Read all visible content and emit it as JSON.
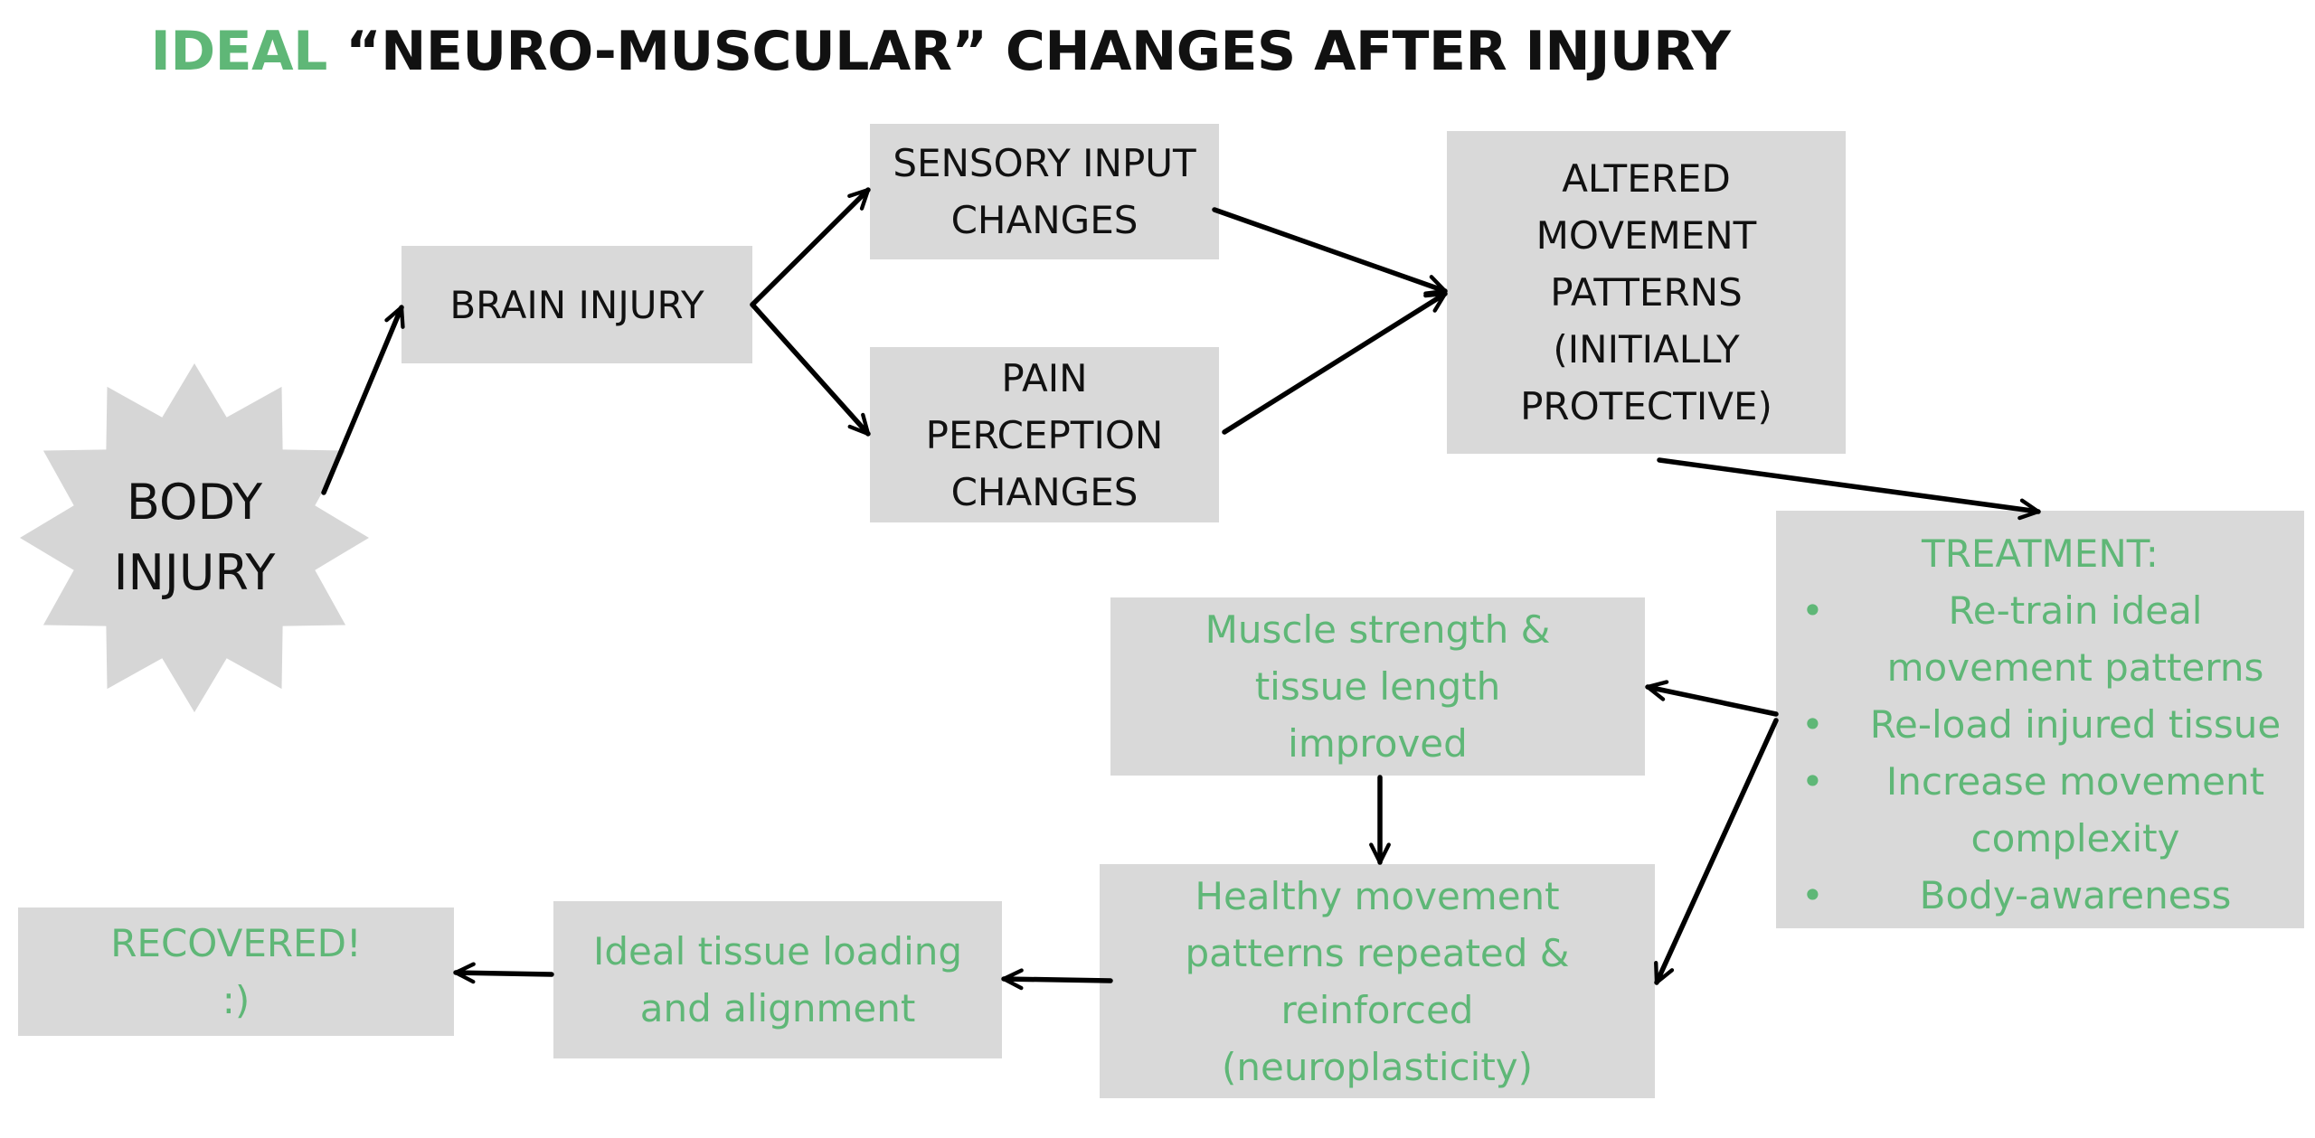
{
  "title": {
    "highlight": "IDEAL",
    "rest": "“NEURO-MUSCULAR” CHANGES AFTER INJURY"
  },
  "colors": {
    "accent_green": "#5fb777",
    "box_fill": "#d9d9d9",
    "star_fill": "#d6d6d6",
    "text": "#111111"
  },
  "nodes": {
    "body_injury": {
      "lines": [
        "BODY",
        "INJURY"
      ]
    },
    "brain_injury": {
      "lines": [
        "BRAIN INJURY"
      ]
    },
    "sensory_input": {
      "lines": [
        "SENSORY INPUT",
        "CHANGES"
      ]
    },
    "pain_perception": {
      "lines": [
        "PAIN",
        "PERCEPTION",
        "CHANGES"
      ]
    },
    "altered_movement": {
      "lines": [
        "ALTERED",
        "MOVEMENT",
        "PATTERNS",
        "(INITIALLY",
        "PROTECTIVE)"
      ]
    },
    "treatment": {
      "heading": "TREATMENT:",
      "items": [
        {
          "lines": [
            "Re-train ideal",
            "movement patterns"
          ]
        },
        {
          "lines": [
            "Re-load injured tissue"
          ]
        },
        {
          "lines": [
            "Increase movement",
            "complexity"
          ]
        },
        {
          "lines": [
            "Body-awareness"
          ]
        }
      ]
    },
    "muscle_strength": {
      "lines": [
        "Muscle strength &",
        "tissue length",
        "improved"
      ]
    },
    "healthy_movement": {
      "lines": [
        "Healthy movement",
        "patterns repeated &",
        "reinforced",
        "(neuroplasticity)"
      ]
    },
    "ideal_loading": {
      "lines": [
        "Ideal tissue loading",
        "and alignment"
      ]
    },
    "recovered": {
      "lines": [
        "RECOVERED!",
        ":)"
      ]
    }
  }
}
